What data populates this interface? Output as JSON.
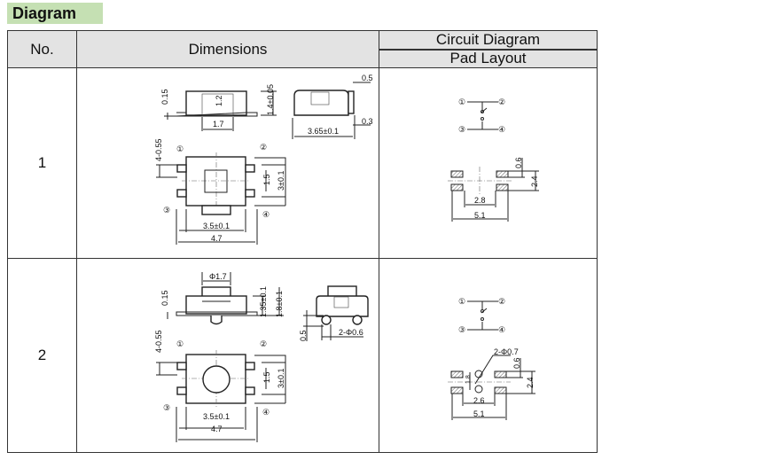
{
  "title": "Diagram",
  "headers": {
    "no": "No.",
    "dimensions": "Dimensions",
    "circuit": "Circuit Diagram",
    "pad": "Pad Layout"
  },
  "rows": [
    {
      "no": "1",
      "dims": {
        "t015": "0.15",
        "h12": "1.2",
        "h14": "1.4±0.05",
        "w17": "1.7",
        "e05": "0.5",
        "e03": "0.3",
        "w365": "3.65±0.1",
        "p455": "4-0.55",
        "v15": "1.5",
        "v3": "3±0.1",
        "w35": "3.5±0.1",
        "w47": "4.7"
      },
      "pins": [
        "①",
        "②",
        "③",
        "④"
      ],
      "pad": {
        "p06": "0.6",
        "p24": "2.4",
        "p28": "2.8",
        "p51": "5.1"
      }
    },
    {
      "no": "2",
      "dims": {
        "phi17": "Φ1.7",
        "t015": "0.15",
        "h135": "1.35±0.1",
        "h18": "1.8±0.1",
        "e05": "0.5",
        "phi06": "2-Φ0.6",
        "p455": "4-0.55",
        "v15": "1.5",
        "v3": "3±0.1",
        "w35": "3.5±0.1",
        "w47": "4.7"
      },
      "pins": [
        "①",
        "②",
        "③",
        "④"
      ],
      "pad": {
        "phi07": "2-Φ0.7",
        "p18": "1.8",
        "p06": "0.6",
        "p24": "2.4",
        "p26": "2.6",
        "p51": "5.1"
      }
    }
  ]
}
